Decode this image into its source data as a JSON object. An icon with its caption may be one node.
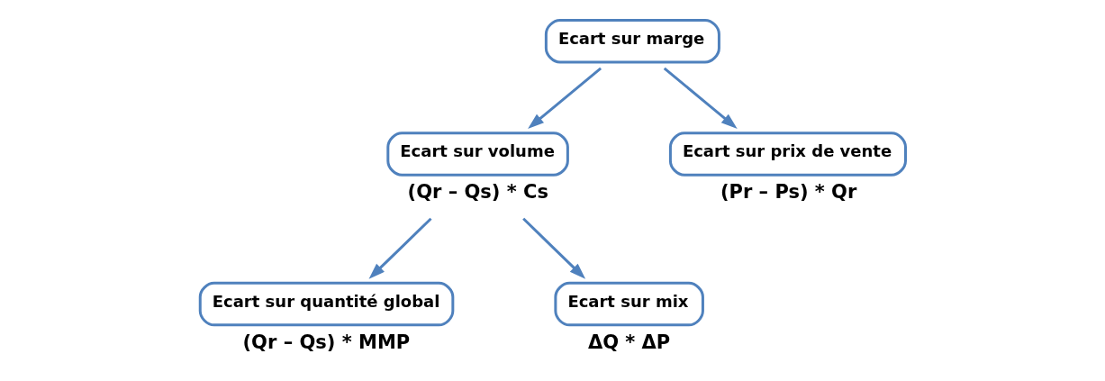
{
  "diagram": {
    "nodes": [
      {
        "text": [
          "Ecart sur marge"
        ]
      },
      {
        "text": [
          "Ecart sur volume"
        ],
        "beside": [
          "(Qr – Qs) * Cs"
        ]
      },
      {
        "text": [
          "Ecart sur prix de vente"
        ],
        "beside": [
          "(Pr – Ps) * Qr"
        ]
      },
      {
        "text": [
          "Ecart sur quantité global"
        ],
        "beside": [
          "(Qr – Qs) * MMP"
        ]
      },
      {
        "text": [
          "Ecart sur mix"
        ],
        "beside": [
          "ΔQ * ΔP"
        ]
      }
    ],
    "edges": [
      {
        "from": 0,
        "to": 1,
        "arrow": "to"
      },
      {
        "from": 0,
        "to": 2,
        "arrow": "to"
      },
      {
        "from": 1,
        "to": 3,
        "arrow": "to"
      },
      {
        "from": 1,
        "to": 4,
        "arrow": "to"
      }
    ]
  }
}
